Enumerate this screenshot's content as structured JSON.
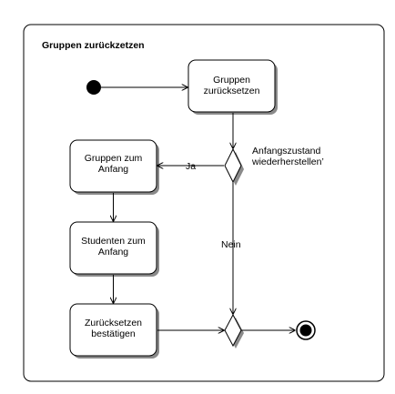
{
  "diagram": {
    "title": "Gruppen zurückzetzen",
    "nodes": {
      "gruppen_zuruecksetzen": [
        "Gruppen",
        "zurücksetzen"
      ],
      "gruppen_zum_anfang": [
        "Gruppen zum",
        "Anfang"
      ],
      "studenten_zum_anfang": [
        "Studenten zum",
        "Anfang"
      ],
      "zuruecksetzen_bestaetigen": [
        "Zurücksetzen",
        "bestätigen"
      ]
    },
    "decision_label": [
      "Anfangszustand",
      "wiederherstellen’"
    ],
    "edge_labels": {
      "ja": "Ja",
      "nein": "Nein"
    }
  },
  "colors": {
    "stroke": "#000000",
    "fill": "#ffffff",
    "shadow": "#8a8a8a"
  }
}
